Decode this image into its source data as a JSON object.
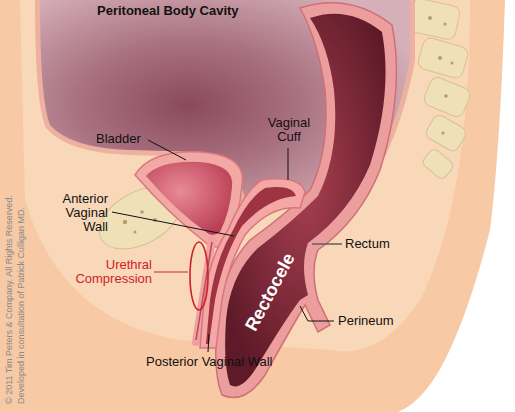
{
  "diagram": {
    "labels": [
      "Peritoneal Body Cavity",
      "Bladder",
      "Vaginal Cuff",
      "Anterior Vaginal Wall",
      "Urethral Compression",
      "Rectocele",
      "Rectum",
      "Perineum",
      "Posterior Vaginal Wall",
      "© 2011 Tim Peters & Company. All Rights Reserved.",
      "Developed in consultation of Patrick Culligan MD."
    ]
  }
}
